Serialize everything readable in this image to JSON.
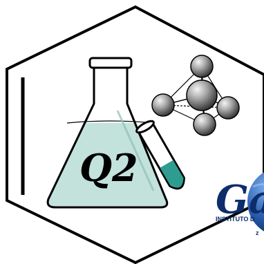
{
  "flask": {
    "label": "Q2"
  },
  "logo": {
    "word": "Ga",
    "subtitle": "INSTITUTO D",
    "tagline": "z"
  },
  "colors": {
    "liquid": "#c3e2dc",
    "test_tube_liquid": "#2e9d8f",
    "outline": "#000000",
    "atom_light": "#e0e0e0",
    "atom_dark": "#555555",
    "logo_blue": "#1e4f9a",
    "logo_text": "#0d2d6b"
  }
}
